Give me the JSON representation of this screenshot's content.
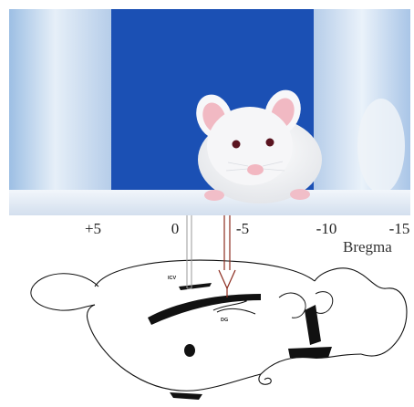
{
  "photo": {
    "subject_icon": "white-mouse-icon",
    "colors": {
      "backdrop": "#1b50b4",
      "panel": "#dfeaf5",
      "fur": "#f4f4f6",
      "ear_inner": "#f1b9c3",
      "eye": "#5a1420"
    }
  },
  "diagram": {
    "axis": {
      "ticks": [
        {
          "label": "+5",
          "value": 5
        },
        {
          "label": "0",
          "value": 0
        },
        {
          "label": "-5",
          "value": -5
        },
        {
          "label": "-10",
          "value": -10
        },
        {
          "label": "-15",
          "value": -15
        }
      ],
      "label": "Bregma"
    },
    "regions": {
      "ventricle": "ICV",
      "hippocampus": "DG"
    },
    "colors": {
      "outline": "#111111",
      "probe": "#8b2b1e",
      "cannula": "#9a9a9a"
    }
  }
}
